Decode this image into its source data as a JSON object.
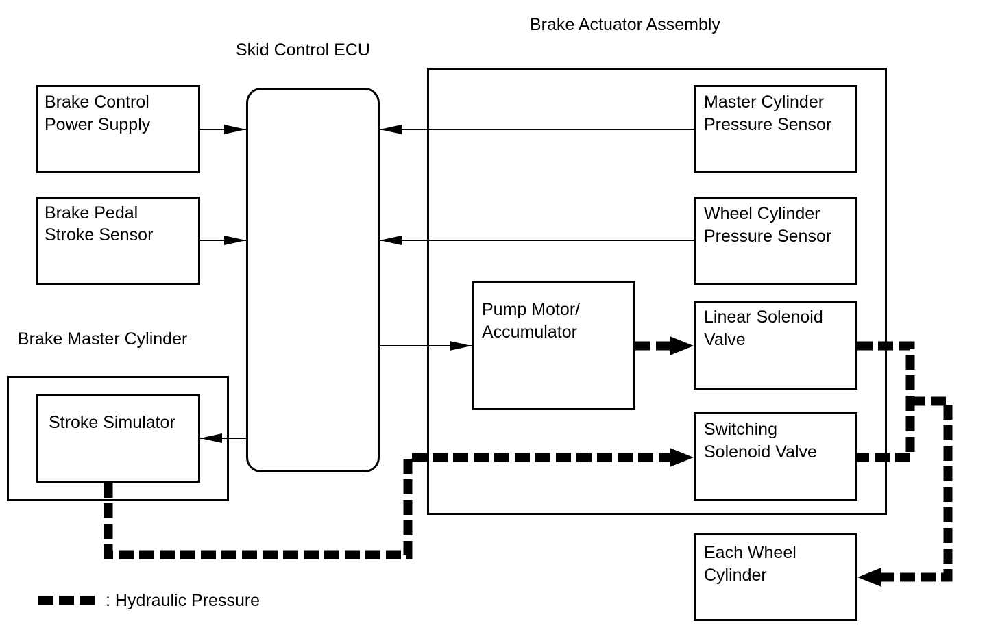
{
  "captions": {
    "brake_actuator_assembly": "Brake Actuator  Assembly",
    "skid_control_ecu": "Skid Control ECU",
    "brake_master_cylinder": "Brake Master Cylinder"
  },
  "blocks": {
    "brake_control_power_supply": [
      "Brake Control",
      "Power Supply"
    ],
    "brake_pedal_stroke_sensor": [
      "Brake Pedal",
      "Stroke Sensor"
    ],
    "stroke_simulator": [
      "Stroke Simulator"
    ],
    "master_cylinder_pressure_sensor": [
      "Master Cylinder",
      "Pressure Sensor"
    ],
    "wheel_cylinder_pressure_sensor": [
      "Wheel Cylinder",
      "Pressure Sensor"
    ],
    "pump_motor_accumulator": [
      "Pump Motor/",
      "Accumulator"
    ],
    "linear_solenoid_valve": [
      "Linear Solenoid",
      "Valve"
    ],
    "switching_solenoid_valve": [
      "Switching",
      "Solenoid Valve"
    ],
    "each_wheel_cylinder": [
      "Each Wheel",
      "Cylinder"
    ]
  },
  "legend": {
    "hydraulic_pressure": ": Hydraulic Pressure"
  }
}
